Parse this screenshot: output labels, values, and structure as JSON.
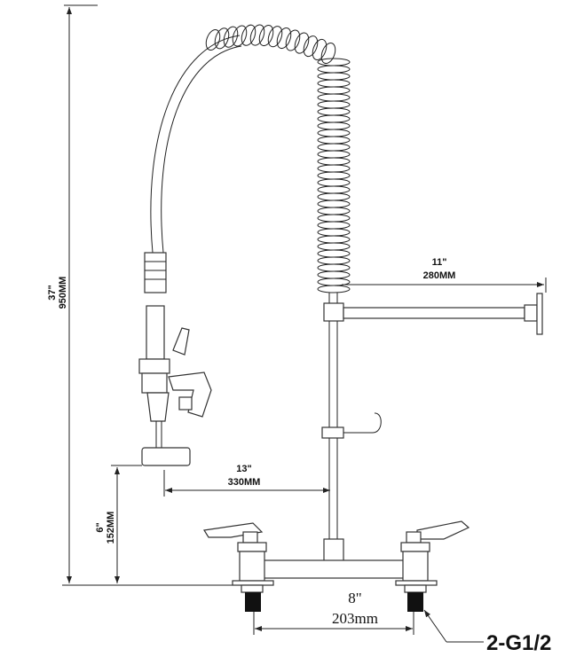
{
  "dimensions": {
    "total_height": {
      "inch": "37\"",
      "mm": "950MM"
    },
    "sprayer_height": {
      "inch": "6\"",
      "mm": "152MM"
    },
    "sprayer_reach": {
      "inch": "13\"",
      "mm": "330MM"
    },
    "spout_reach": {
      "inch": "11\"",
      "mm": "280MM"
    },
    "center_spacing": {
      "inch": "8\"",
      "mm": "203mm"
    },
    "connection": "2-G1/2"
  },
  "colors": {
    "line": "#222222",
    "background": "#ffffff"
  }
}
